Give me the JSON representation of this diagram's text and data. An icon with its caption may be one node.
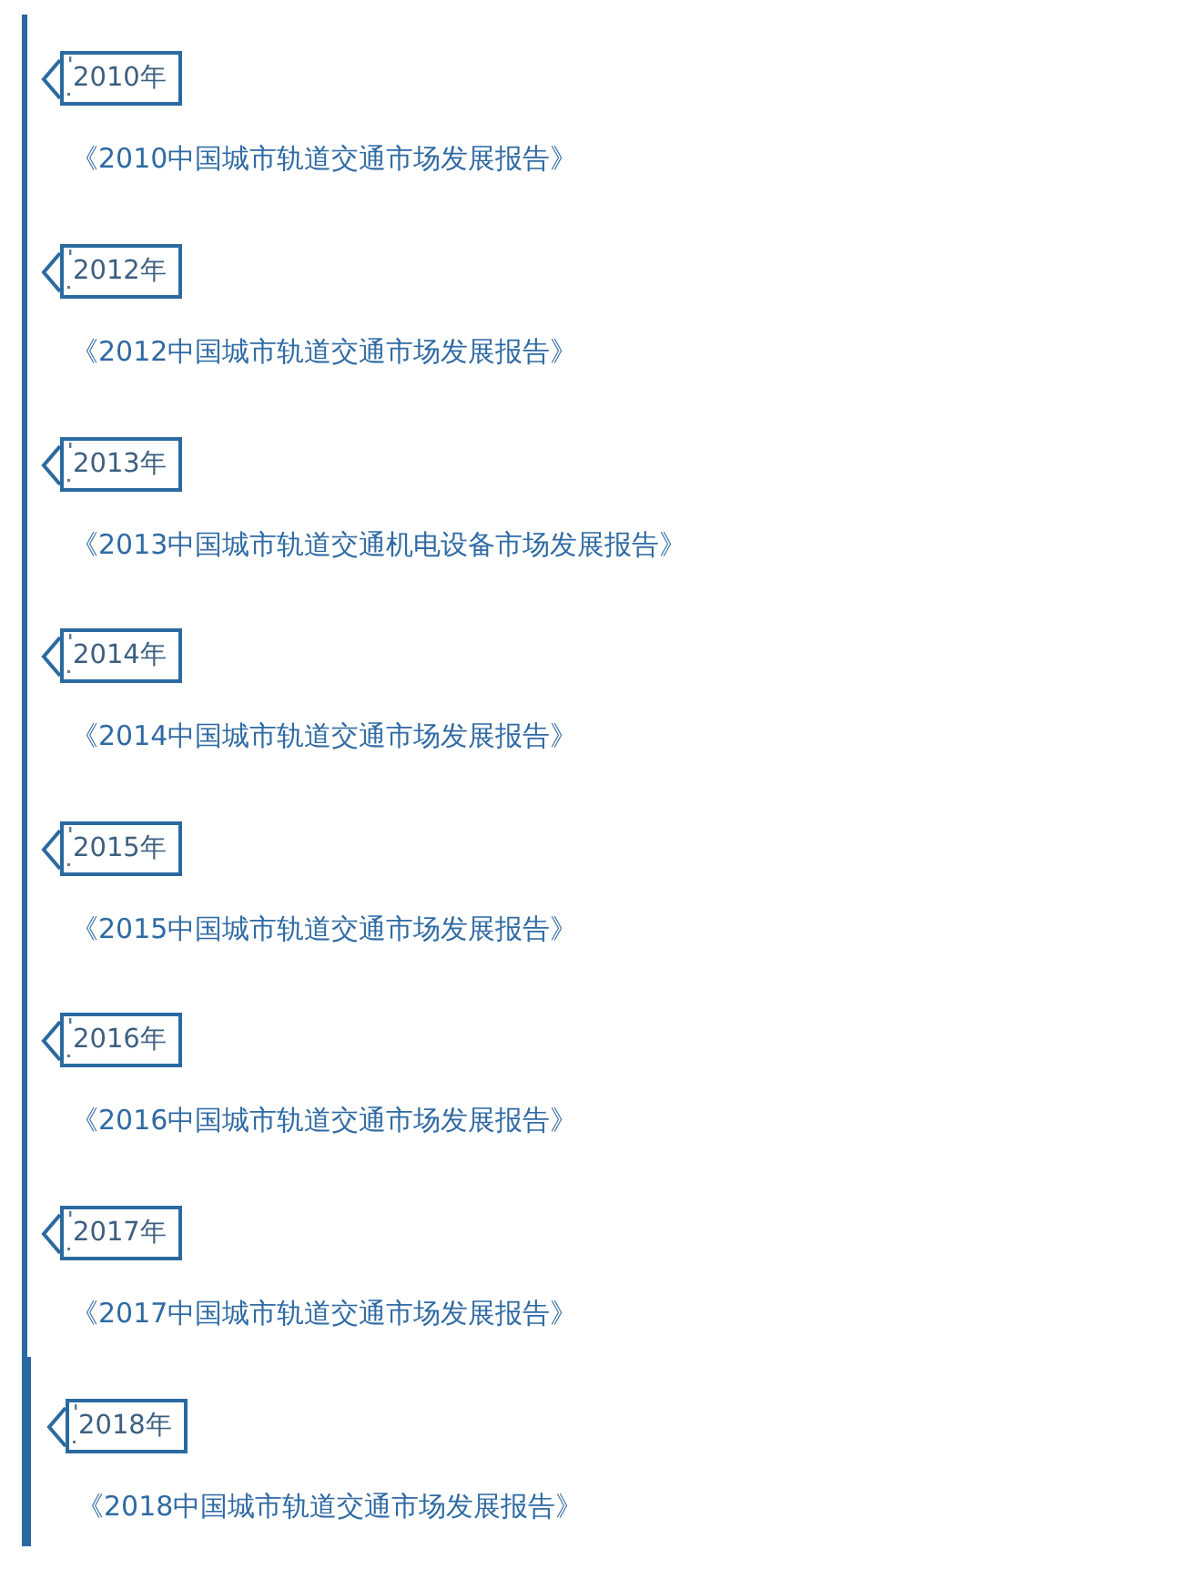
{
  "diagram": {
    "nodes": [
      {
        "text": [
          "2010年"
        ],
        "beside": [
          "《2010中国城市轨道交通市场发展报告》"
        ]
      },
      {
        "text": [
          "2012年"
        ],
        "beside": [
          "《2012中国城市轨道交通市场发展报告》"
        ]
      },
      {
        "text": [
          "2013年"
        ],
        "beside": [
          "《2013中国城市轨道交通机电设备市场发展报告》"
        ]
      },
      {
        "text": [
          "2014年"
        ],
        "beside": [
          "《2014中国城市轨道交通市场发展报告》"
        ]
      },
      {
        "text": [
          "2015年"
        ],
        "beside": [
          "《2015中国城市轨道交通市场发展报告》"
        ]
      },
      {
        "text": [
          "2016年"
        ],
        "beside": [
          "《2016中国城市轨道交通市场发展报告》"
        ]
      },
      {
        "text": [
          "2017年"
        ],
        "beside": [
          "《2017中国城市轨道交通市场发展报告》"
        ]
      },
      {
        "text": [
          "2018年"
        ],
        "beside": [
          "《2018中国城市轨道交通市场发展报告》"
        ]
      }
    ]
  }
}
